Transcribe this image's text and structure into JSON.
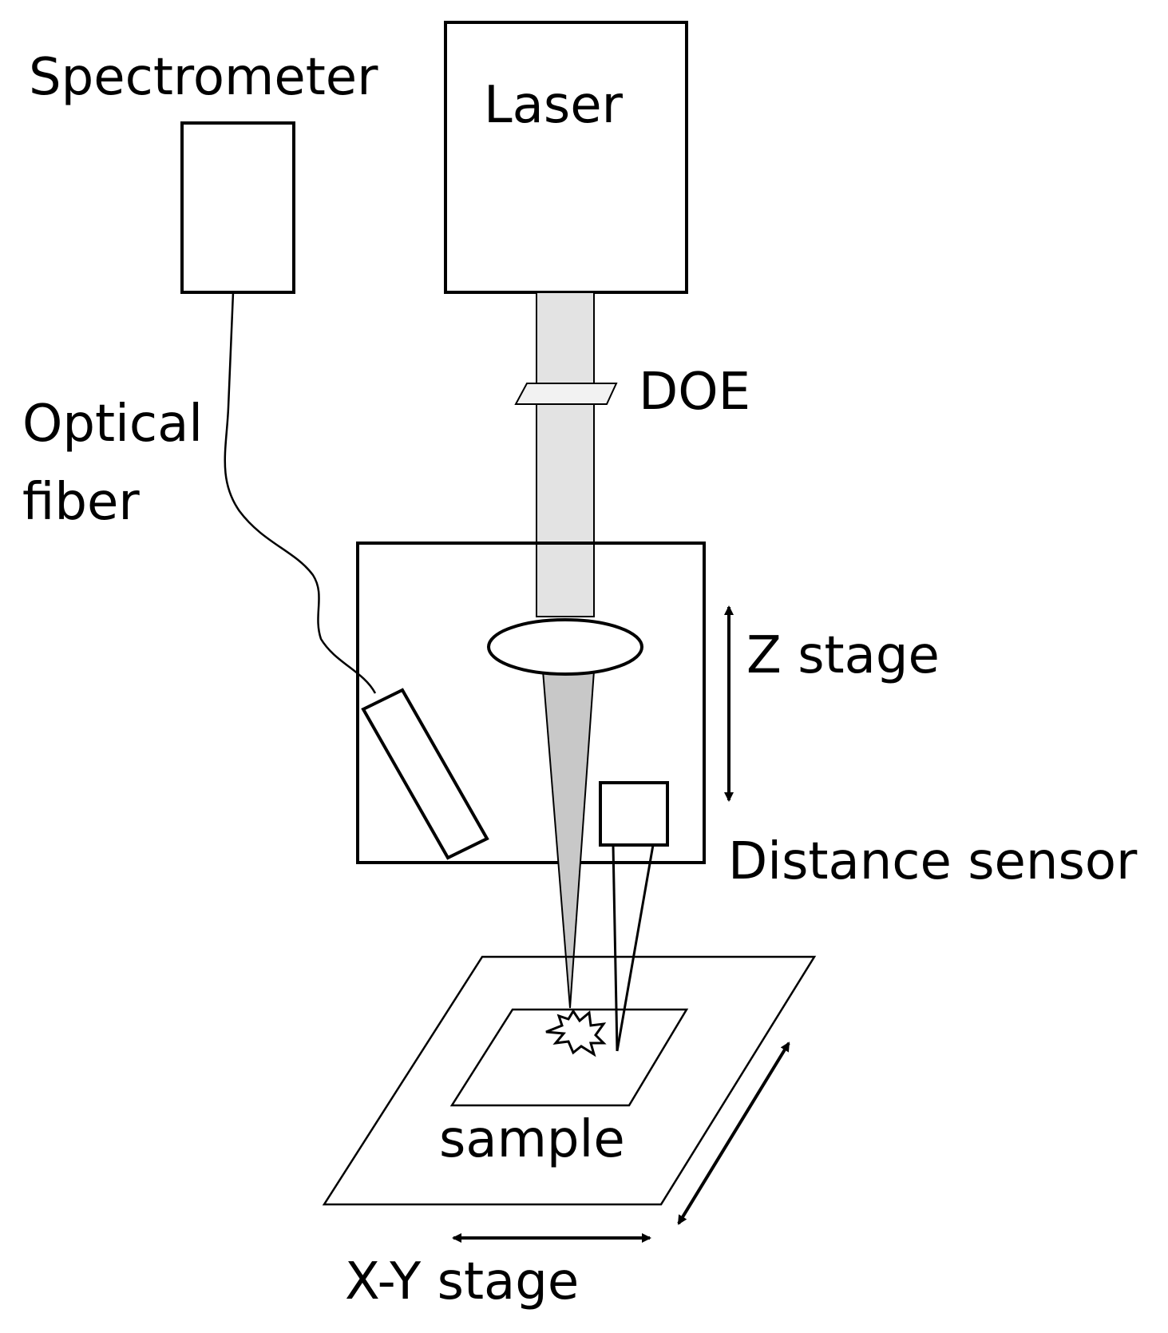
{
  "labels": {
    "spectrometer": "Spectrometer",
    "laser": "Laser",
    "optical_fiber_line1": "Optical",
    "optical_fiber_line2": "fiber",
    "doe": "DOE",
    "z_stage": "Z stage",
    "distance_sensor": "Distance sensor",
    "sample": "sample",
    "xy_stage": "X-Y stage"
  },
  "colors": {
    "line": "#000000",
    "beam_collimated": "#e3e3e3",
    "beam_focused": "#c8c8c8",
    "background": "#ffffff"
  }
}
